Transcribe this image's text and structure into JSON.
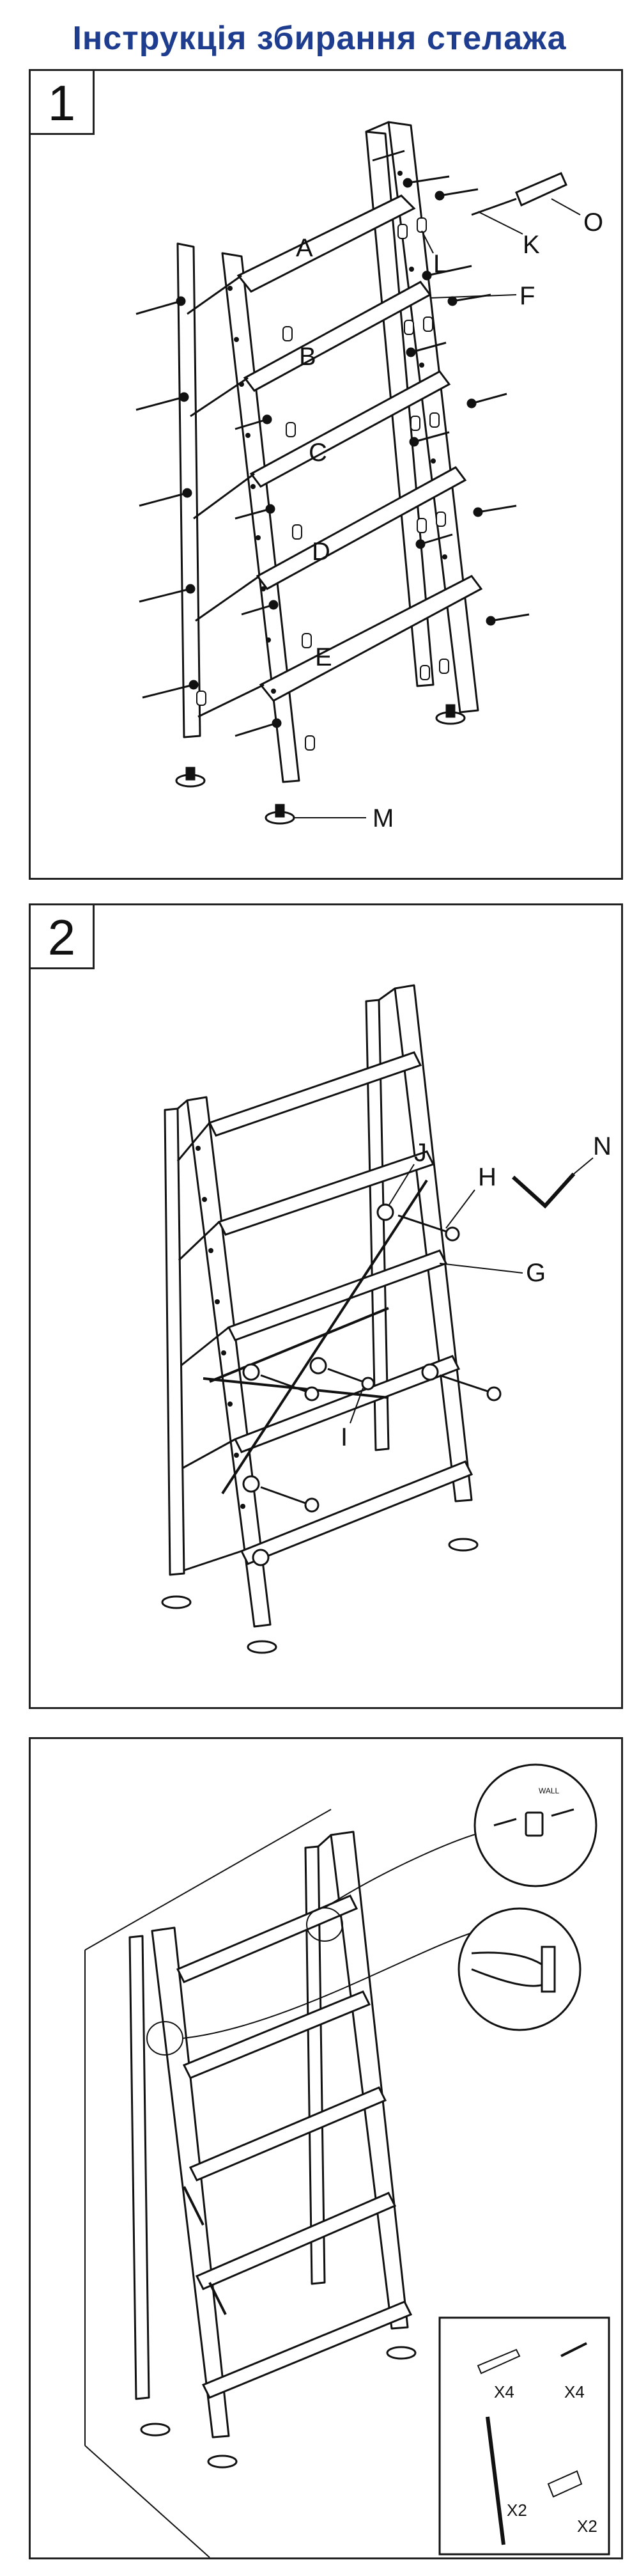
{
  "title": "Інструкція збирання стелажа",
  "steps": [
    {
      "number": "1",
      "labels": {
        "A": "A",
        "B": "B",
        "C": "C",
        "D": "D",
        "E": "E",
        "F": "F",
        "K": "K",
        "L": "L",
        "M": "M",
        "O": "O"
      }
    },
    {
      "number": "2",
      "labels": {
        "J": "J",
        "H": "H",
        "N": "N",
        "G": "G",
        "I": "I"
      }
    },
    {
      "number": "",
      "wall_label": "WALL",
      "parts": [
        {
          "icon": "wall-anchor-icon",
          "qty": "X4"
        },
        {
          "icon": "screw-icon",
          "qty": "X4"
        },
        {
          "icon": "strap-icon",
          "qty": "X2"
        },
        {
          "icon": "bracket-icon",
          "qty": "X2"
        }
      ]
    }
  ]
}
